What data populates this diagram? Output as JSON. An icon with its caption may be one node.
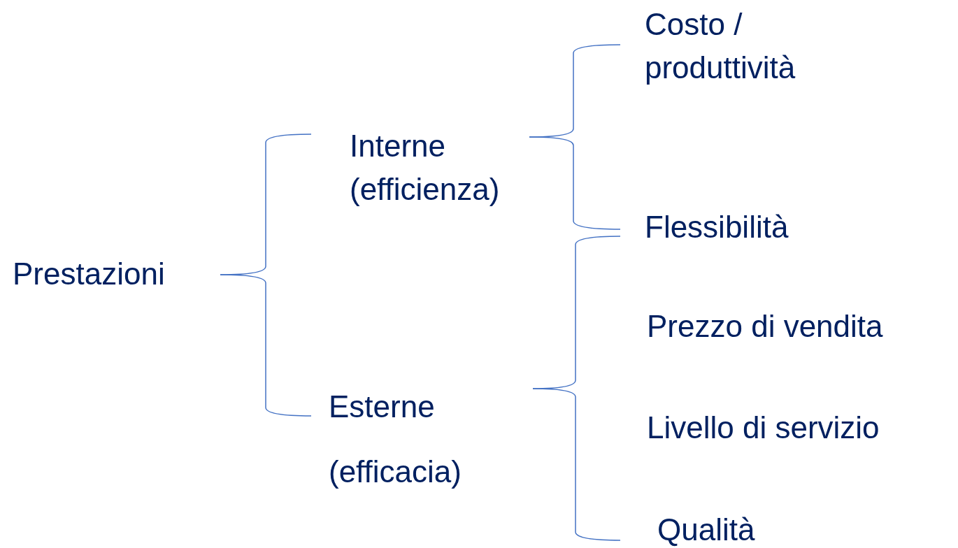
{
  "diagram": {
    "nodes": [
      {
        "text": [
          "Prestazioni"
        ]
      },
      {
        "text": [
          "Interne (efficienza)"
        ]
      },
      {
        "text": [
          "Esterne (efficacia)"
        ]
      },
      {
        "text": [
          "Costo / produttività"
        ]
      },
      {
        "text": [
          "Flessibilità"
        ]
      },
      {
        "text": [
          "Prezzo di vendita"
        ]
      },
      {
        "text": [
          "Livello di servizio"
        ]
      },
      {
        "text": [
          "Qualità"
        ]
      }
    ],
    "edges": [
      {
        "from": 0,
        "to": 1,
        "arrow": "none"
      },
      {
        "from": 0,
        "to": 2,
        "arrow": "none"
      },
      {
        "from": 1,
        "to": 3,
        "arrow": "none"
      },
      {
        "from": 1,
        "to": 4,
        "arrow": "none"
      },
      {
        "from": 2,
        "to": 4,
        "arrow": "none"
      },
      {
        "from": 2,
        "to": 7,
        "arrow": "none"
      }
    ]
  }
}
